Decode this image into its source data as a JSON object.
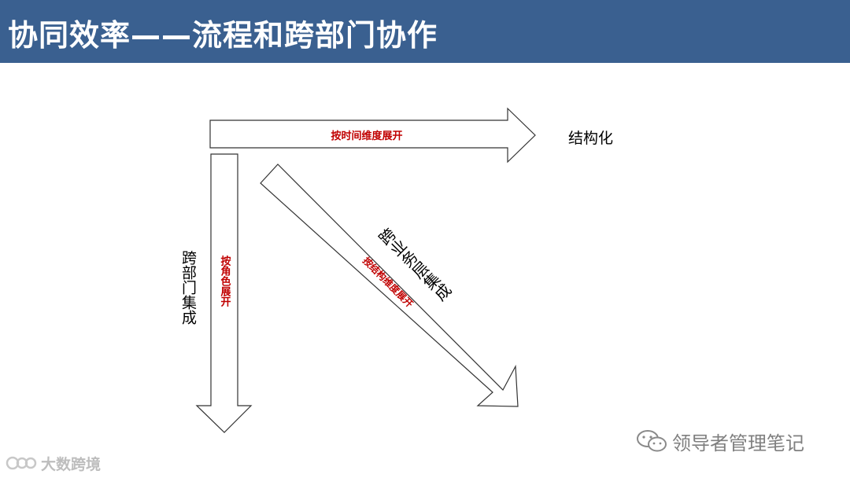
{
  "header": {
    "title": "协同效率——流程和跨部门协作"
  },
  "diagram": {
    "arrow_right_label": "按时间维度展开",
    "arrow_down_label": "按角色展开",
    "arrow_diagonal_label": "按结构维度展开",
    "label_right": "结构化",
    "label_left": "跨部门集成",
    "label_diagonal": "跨业务层集成"
  },
  "watermarks": {
    "right_text": "领导者管理笔记",
    "left_text": "大数跨境"
  },
  "colors": {
    "title_bar": "#3a6090",
    "arrow_label": "#c00000"
  }
}
